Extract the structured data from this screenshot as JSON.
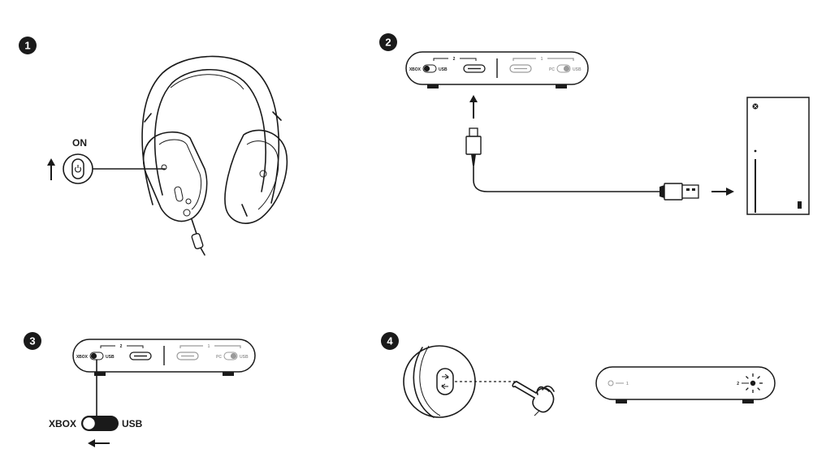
{
  "steps": [
    {
      "number": "1"
    },
    {
      "number": "2"
    },
    {
      "number": "3"
    },
    {
      "number": "4"
    }
  ],
  "step1": {
    "power_label": "ON"
  },
  "dongle": {
    "port2_number": "2",
    "port1_number": "1",
    "switch2_left": "XBOX",
    "switch2_right": "USB",
    "switch1_left": "PC",
    "switch1_right": "USB"
  },
  "step3": {
    "switch_left": "XBOX",
    "switch_right": "USB"
  },
  "step4": {
    "channel1": "1",
    "channel2": "2"
  }
}
